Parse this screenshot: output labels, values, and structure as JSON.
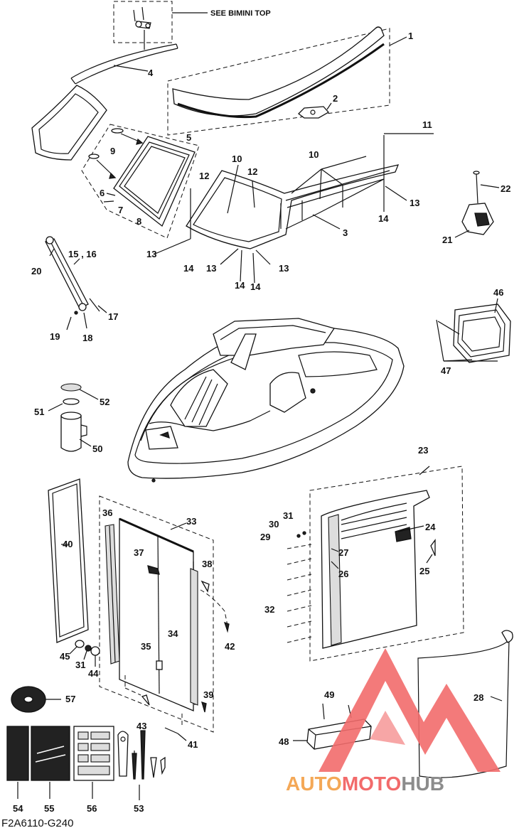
{
  "diagram": {
    "note": "SEE BIMINI TOP",
    "drawing_code": "F2A6110-G240",
    "watermark": {
      "prefix": "AUTO",
      "middle": "MOTO",
      "suffix": "HUB",
      "color_red": "#f26b6b",
      "color_orange": "#f4a857",
      "color_gray": "#8c8c8c"
    },
    "labels": {
      "p1": "1",
      "p2": "2",
      "p3": "3",
      "p4": "4",
      "p5": "5",
      "p6": "6",
      "p7": "7",
      "p8": "8",
      "p9": "9",
      "p10a": "10",
      "p10b": "10",
      "p11": "11",
      "p12a": "12",
      "p12b": "12",
      "p13a": "13",
      "p13b": "13",
      "p13c": "13",
      "p13d": "13",
      "p14a": "14",
      "p14b": "14",
      "p14c": "14",
      "p14d": "14",
      "p1516": "15 , 16",
      "p17": "17",
      "p18": "18",
      "p19": "19",
      "p20": "20",
      "p21": "21",
      "p22": "22",
      "p23": "23",
      "p24": "24",
      "p25": "25",
      "p26": "26",
      "p27": "27",
      "p28": "28",
      "p29": "29",
      "p30": "30",
      "p31a": "31",
      "p31b": "31",
      "p32": "32",
      "p33": "33",
      "p34": "34",
      "p35": "35",
      "p36": "36",
      "p37": "37",
      "p38": "38",
      "p39": "39",
      "p40": "40",
      "p41": "41",
      "p42": "42",
      "p43": "43",
      "p44": "44",
      "p45": "45",
      "p46": "46",
      "p47": "47",
      "p48": "48",
      "p49": "49",
      "p50": "50",
      "p51": "51",
      "p52": "52",
      "p53": "53",
      "p54": "54",
      "p55": "55",
      "p56": "56",
      "p57": "57"
    }
  }
}
